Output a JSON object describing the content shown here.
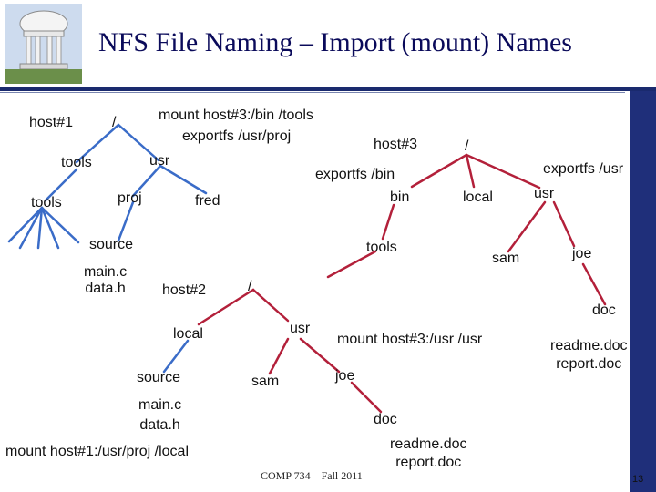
{
  "title": "NFS File Naming – Import (mount) Names",
  "footer": "COMP 734 – Fall 2011",
  "page_number": "13",
  "diagram": {
    "host1": "host#1",
    "host1_root": "/",
    "host1_tools": "tools",
    "host1_usr": "usr",
    "host1_tools_child": "tools",
    "host1_proj": "proj",
    "host1_fred": "fred",
    "host1_source": "source",
    "host1_files": "main.c\ndata.h",
    "mount_cmd_1": "mount host#3:/bin /tools",
    "exports_host3_usr_proj": "exportfs /usr/proj",
    "host3": "host#3",
    "host3_root": "/",
    "exportfs_bin": "exportfs /bin",
    "exportfs_usr": "exportfs /usr",
    "host3_bin": "bin",
    "host3_local": "local",
    "host3_usr": "usr",
    "host3_tools": "tools",
    "host3_sam": "sam",
    "host3_joe": "joe",
    "host3_doc": "doc",
    "host3_doc_files": "readme.doc\nreport.doc",
    "host2": "host#2",
    "host2_root": "/",
    "host2_local": "local",
    "host2_usr": "usr",
    "host2_source": "source",
    "host2_files": "main.c\ndata.h",
    "host2_sam": "sam",
    "host2_joe": "joe",
    "host2_doc": "doc",
    "host2_doc_files": "readme.doc\nreport.doc",
    "mount_cmd_2": "mount host#3:/usr /usr",
    "mount_cmd_3": "mount host#1:/usr/proj /local"
  },
  "colors": {
    "tree_blue": "#3a6cc8",
    "tree_red": "#b3203a",
    "title_navy": "#0a0a5a",
    "bar_navy": "#1f2f7a"
  }
}
